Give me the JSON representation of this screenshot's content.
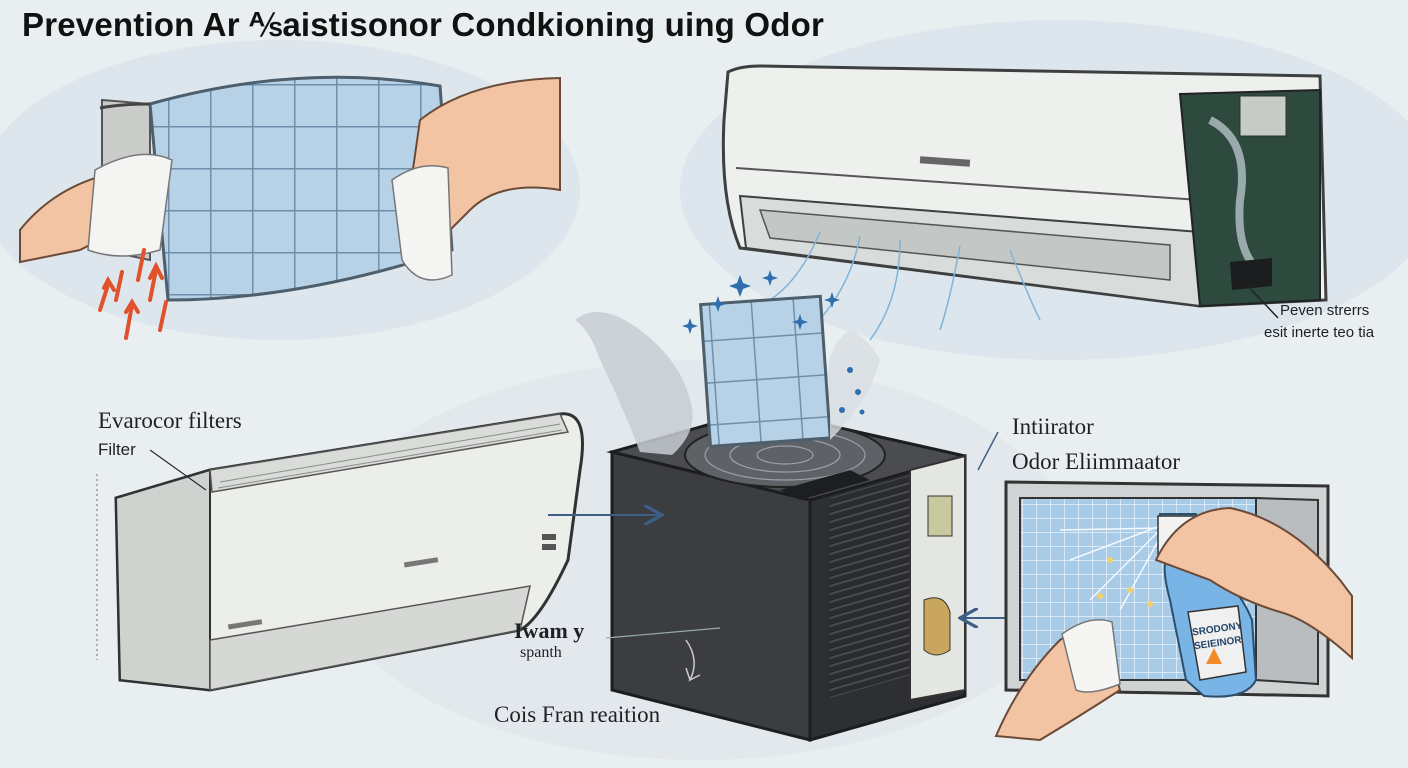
{
  "title": "Prevention Ar ⅍aistisonor Condkioning uing Odor",
  "labels": {
    "evaporator_filters": "Evarocor filters",
    "filter": "Filter",
    "infiltrator": "Intiirator",
    "odor_eliminator": "Odor Eliimmaator",
    "prevent_line1": "Peven strerrs",
    "prevent_line2": "esit inerte teo tia",
    "warmy": "Iwam y",
    "spanth": "spanth",
    "coil_reaction": "Cois Fran reaition",
    "bottle_text1": "SRODONY",
    "bottle_text2": "SEIEINOR"
  },
  "colors": {
    "background": "#e9eef1",
    "unit_body": "#eef0ee",
    "outdoor_unit": "#3b3d40",
    "filter_blue": "#a9c8e0",
    "arrow_blue": "#3d5f86",
    "heat_arrow": "#e0522b",
    "spray_bottle": "#79b4e6"
  }
}
